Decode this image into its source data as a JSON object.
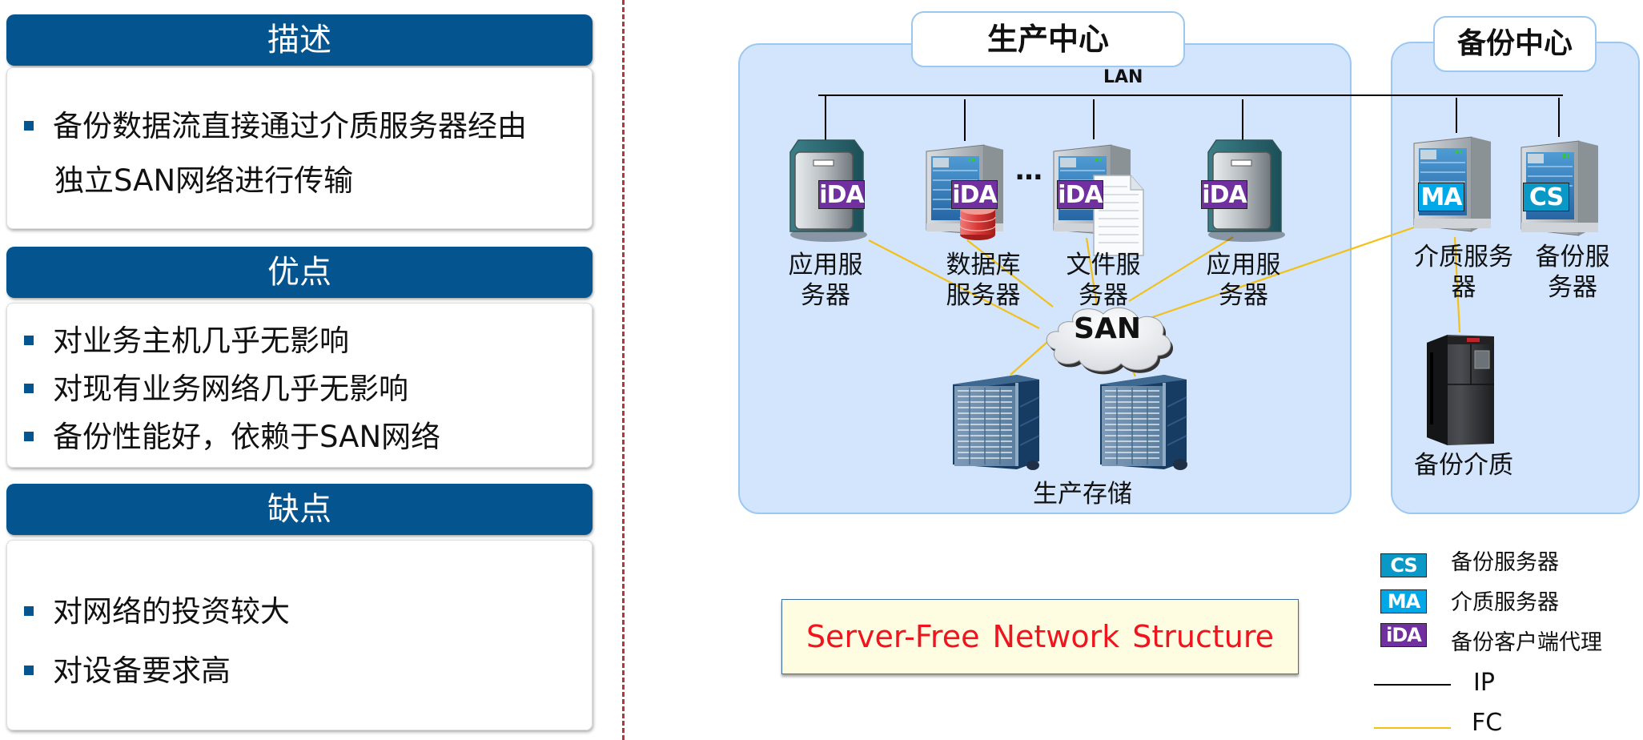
{
  "left_panel": {
    "description": {
      "title": "描述",
      "bullets": [
        "备份数据流直接通过介质服务器经由"
      ],
      "continuation": "独立SAN网络进行传输"
    },
    "advantages": {
      "title": "优点",
      "bullets": [
        "对业务主机几乎无影响",
        "对现有业务网络几乎无影响",
        "备份性能好，依赖于SAN网络"
      ]
    },
    "disadvantages": {
      "title": "缺点",
      "bullets": [
        "对网络的投资较大",
        "对设备要求高"
      ]
    }
  },
  "diagram": {
    "production_center": {
      "title": "生产中心",
      "lan_label": "LAN",
      "servers": [
        {
          "label_line1": "应用服",
          "label_line2": "务器",
          "badge": "iDA",
          "icon": "app-server-icon"
        },
        {
          "label_line1": "数据库",
          "label_line2": "服务器",
          "badge": "iDA",
          "icon": "database-server-icon"
        },
        {
          "label_line1": "文件服",
          "label_line2": "务器",
          "badge": "iDA",
          "icon": "file-server-icon"
        },
        {
          "label_line1": "应用服",
          "label_line2": "务器",
          "badge": "iDA",
          "icon": "app-server-icon"
        }
      ],
      "ellipsis": "…",
      "san_label": "SAN",
      "storage_label": "生产存储"
    },
    "backup_center": {
      "title": "备份中心",
      "media_server": {
        "label_line1": "介质服务",
        "label_line2": "器",
        "badge": "MA"
      },
      "backup_server": {
        "label_line1": "备份服",
        "label_line2": "务器",
        "badge": "CS"
      },
      "media_label": "备份介质"
    },
    "caption": "Server-Free  Network Structure",
    "legend": [
      {
        "badge": "CS",
        "text": "备份服务器"
      },
      {
        "badge": "MA",
        "text": "介质服务器"
      },
      {
        "badge": "iDA",
        "text": "备份客户端代理"
      }
    ],
    "line_legend": [
      {
        "text": "IP",
        "color": "#000000"
      },
      {
        "text": "FC",
        "color": "#f2c018"
      }
    ],
    "colors": {
      "header_blue": "#03548f",
      "zone_fill": "#d2e5fd",
      "ida": "#7030a0",
      "ma": "#00a8e8",
      "cs": "#0a98c6",
      "fc_line": "#f2c018",
      "caption_text": "#f0141e"
    }
  }
}
